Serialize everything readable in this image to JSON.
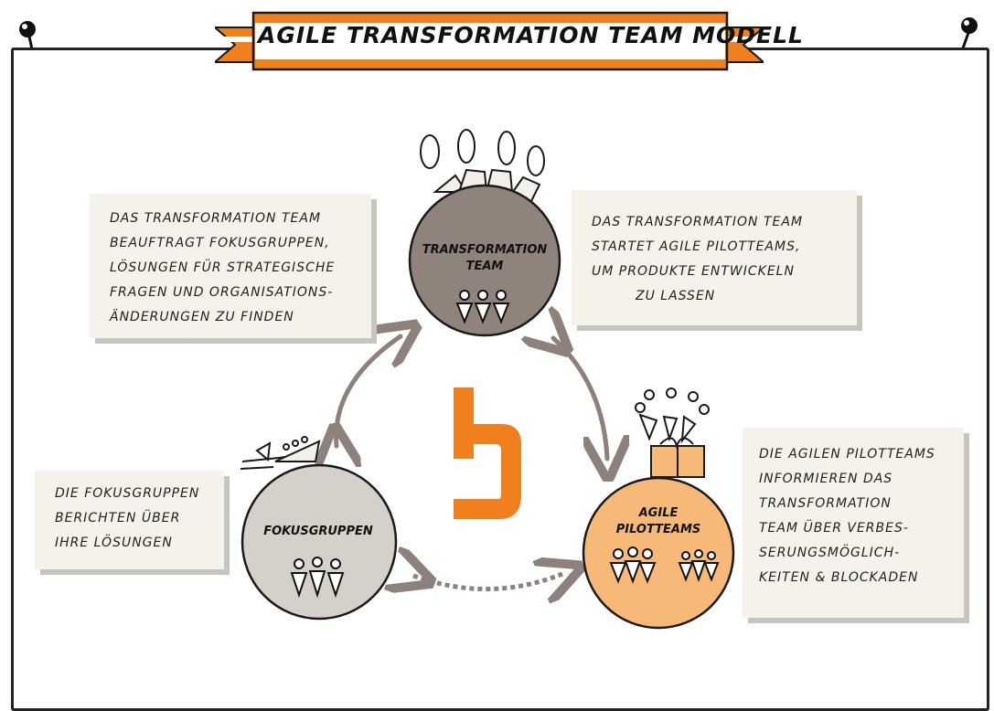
{
  "title": "AGILE TRANSFORMATION TEAM MODELL",
  "nodes": {
    "transformation": {
      "label_lines": [
        "TRANSFORMATION",
        "TEAM"
      ],
      "color": "#8f837c"
    },
    "fokus": {
      "label_lines": [
        "FOKUSGRUPPEN"
      ],
      "color": "#d6d0cb"
    },
    "pilot": {
      "label_lines": [
        "AGILE",
        "PILOTTEAMS"
      ],
      "color": "#f6b978"
    }
  },
  "notes": {
    "left_top": [
      "DAS TRANSFORMATION TEAM",
      "BEAUFTRAGT FOKUSGRUPPEN,",
      "LÖSUNGEN FÜR STRATEGISCHE",
      "FRAGEN UND ORGANISATIONS-",
      "ÄNDERUNGEN ZU FINDEN"
    ],
    "right_top": [
      "DAS TRANSFORMATION TEAM",
      "STARTET AGILE PILOTTEAMS,",
      "UM PRODUKTE ENTWICKELN",
      "ZU LASSEN"
    ],
    "left_bottom": [
      "DIE FOKUSGRUPPEN",
      "BERICHTEN ÜBER",
      "IHRE LÖSUNGEN"
    ],
    "right_bottom": [
      "DIE AGILEN PILOTTEAMS",
      "INFORMIEREN DAS",
      "TRANSFORMATION",
      "TEAM ÜBER VERBES-",
      "SERUNGSMÖGLICH-",
      "KEITEN & BLOCKADEN"
    ]
  },
  "colors": {
    "orange": "#f07f1e",
    "arrow": "#8c827b",
    "outline": "#1a1a1a"
  },
  "icons": [
    "logo-icon",
    "pin-icon",
    "raised-hands-icon",
    "people-icon",
    "gift-icon",
    "boat-icon"
  ]
}
